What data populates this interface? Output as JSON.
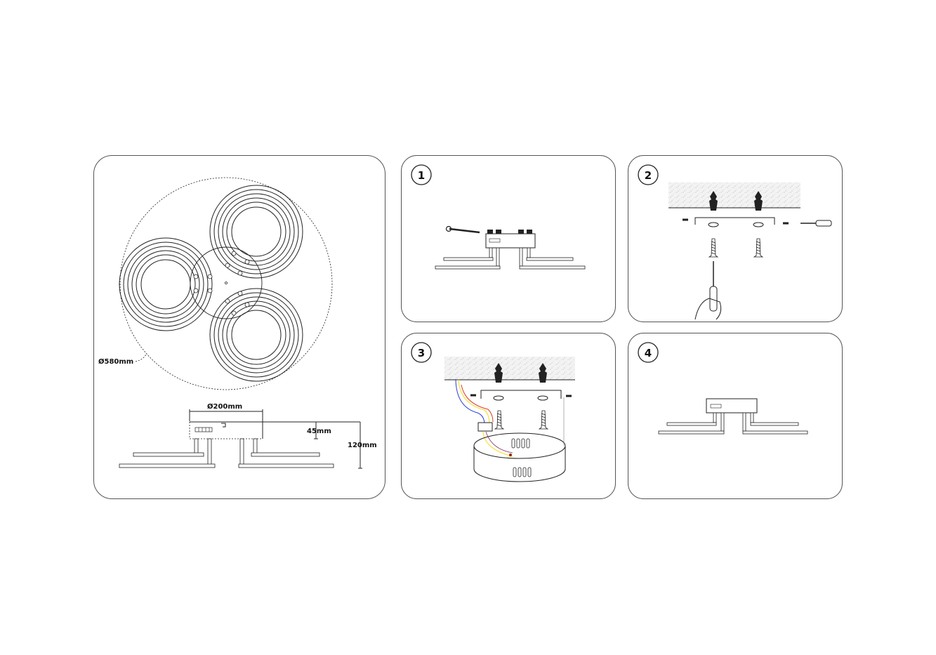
{
  "overview": {
    "diameter_label": "Ø580mm",
    "base_diameter_label": "Ø200mm",
    "base_height_label": "45mm",
    "total_height_label": "120mm"
  },
  "steps": [
    {
      "number": "1"
    },
    {
      "number": "2"
    },
    {
      "number": "3"
    },
    {
      "number": "4"
    }
  ],
  "colors": {
    "wire_blue": "#2a3fd8",
    "wire_yellow": "#f2e23a",
    "wire_red": "#e0392b",
    "outline": "#222222"
  }
}
